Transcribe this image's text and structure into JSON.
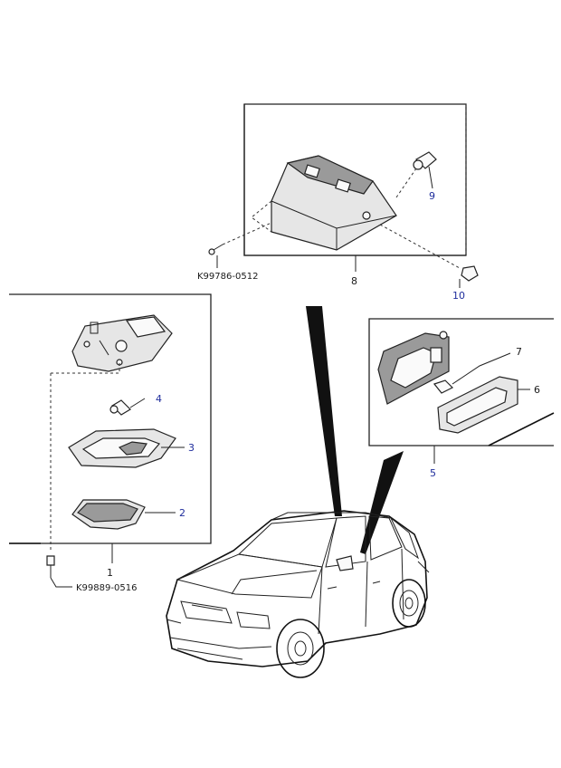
{
  "callouts": {
    "top_box_part": "8",
    "top_bulb": "9",
    "top_clip": "10",
    "top_screw_code": "K99786-0512",
    "left_box_part": "1",
    "left_bulb": "4",
    "left_lens": "3",
    "left_cover": "2",
    "left_screw_code": "K99889-0516",
    "right_box_part": "5",
    "right_bulb": "7",
    "right_lens": "6"
  },
  "colors": {
    "callout_blue": "#1f2d9c",
    "line": "#222222",
    "part_fill": "#e6e6e6"
  }
}
